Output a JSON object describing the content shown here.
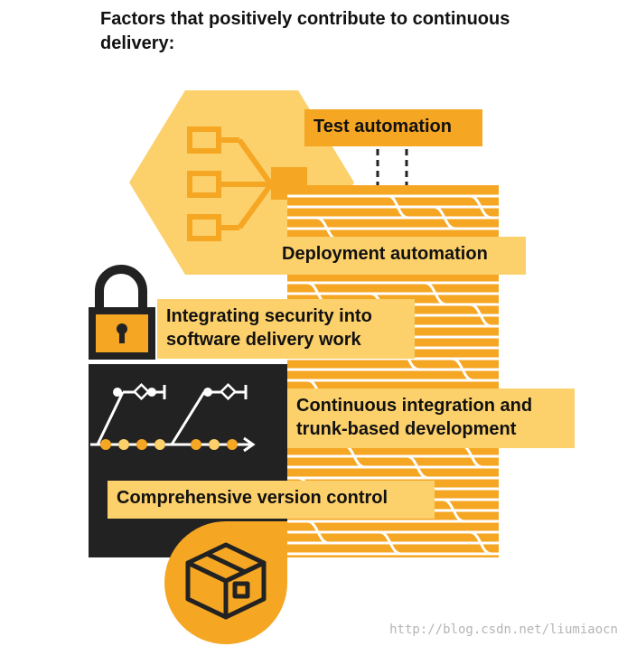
{
  "title": "Factors that positively contribute to continuous delivery:",
  "labels": {
    "test_automation": "Test automation",
    "deployment_automation": "Deployment automation",
    "security_line1": "Integrating security into",
    "security_line2": "software delivery work",
    "ci_line1": "Continuous integration and",
    "ci_line2": "trunk-based development",
    "version_control": "Comprehensive version control"
  },
  "watermark": "http://blog.csdn.net/liumiaocn",
  "colors": {
    "light_yellow": "#fcd06a",
    "orange": "#f5a623",
    "dark": "#222222",
    "white": "#ffffff"
  },
  "icons": [
    "hierarchy-icon",
    "padlock-icon",
    "branch-flow-icon",
    "package-box-icon",
    "pipe-pattern"
  ]
}
